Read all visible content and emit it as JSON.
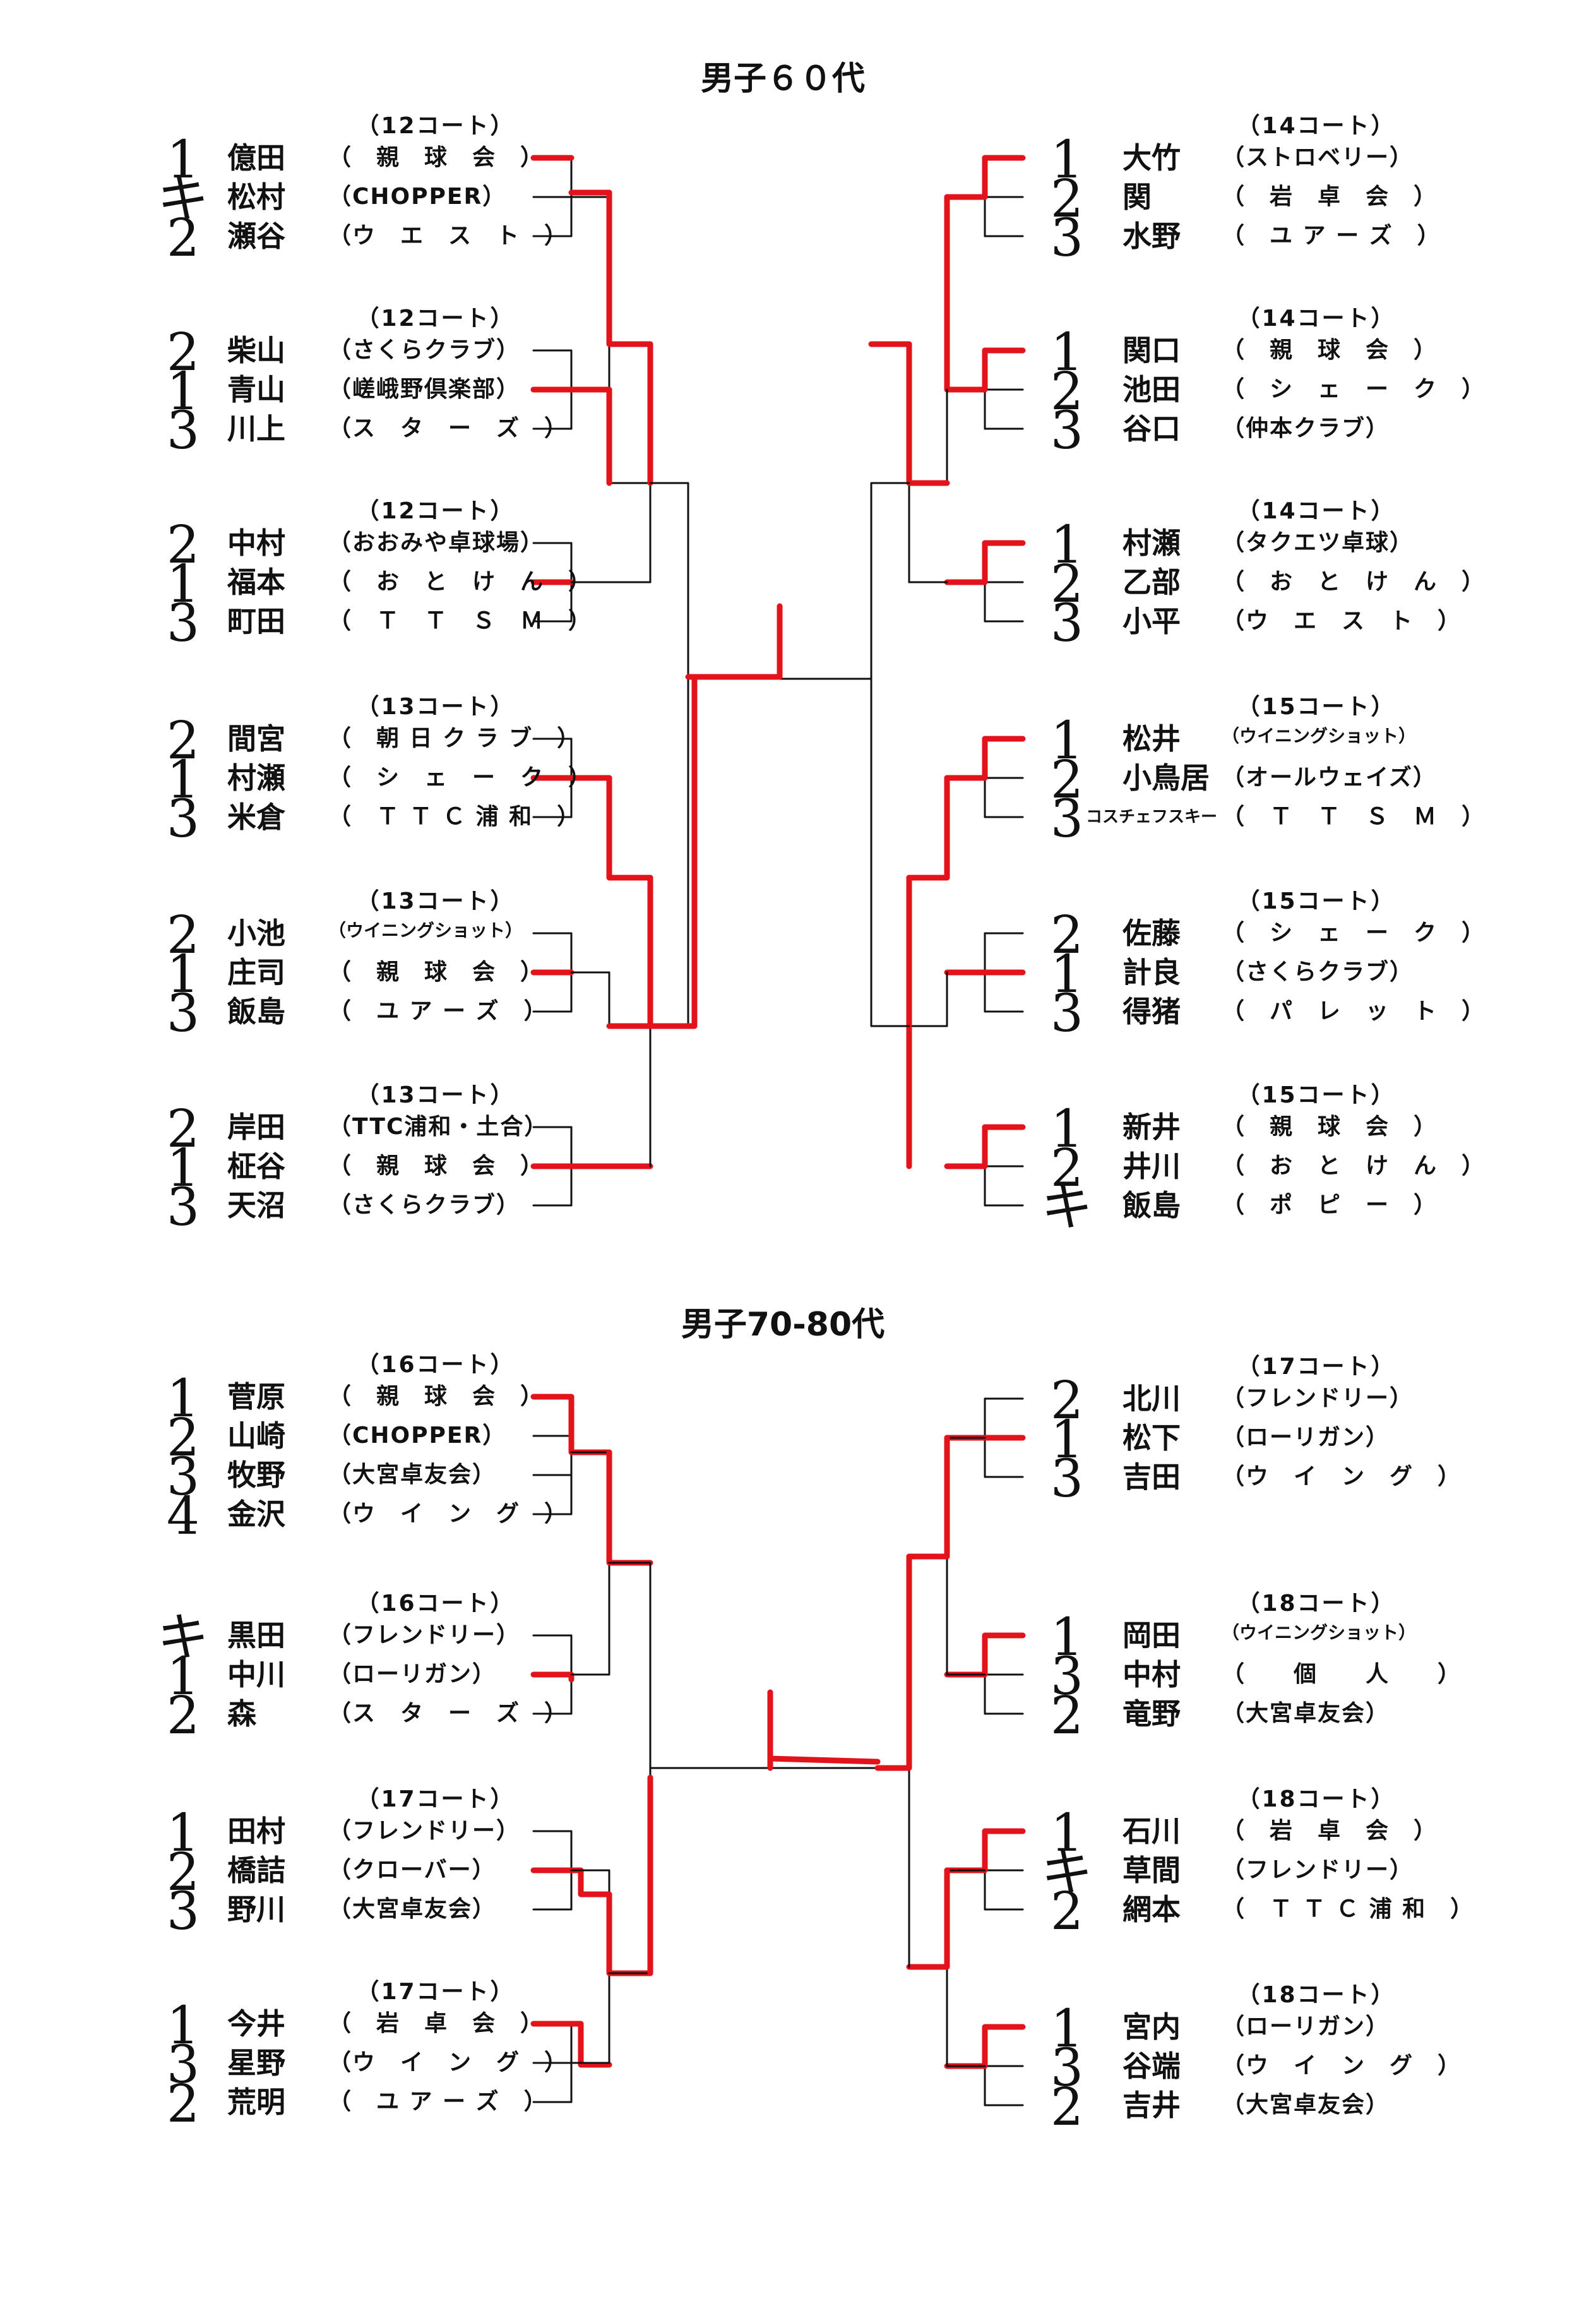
{
  "sections": [
    {
      "title": "男子６０代",
      "left_groups": [
        {
          "court": "（12コート）",
          "players": [
            {
              "name": "億田",
              "club": "（　親　球　会　）",
              "rank": "1"
            },
            {
              "name": "松村",
              "club": "（CHOPPER）",
              "rank": "キ"
            },
            {
              "name": "瀬谷",
              "club": "（ウ　エ　ス　ト　）",
              "rank": "2"
            }
          ]
        },
        {
          "court": "（12コート）",
          "players": [
            {
              "name": "柴山",
              "club": "（さくらクラブ）",
              "rank": "2"
            },
            {
              "name": "青山",
              "club": "（嵯峨野倶楽部）",
              "rank": "1"
            },
            {
              "name": "川上",
              "club": "（ス　タ　ー　ズ　）",
              "rank": "3"
            }
          ]
        },
        {
          "court": "（12コート）",
          "players": [
            {
              "name": "中村",
              "club": "（おおみや卓球場）",
              "rank": "2"
            },
            {
              "name": "福本",
              "club": "（　お　と　け　ん　）",
              "rank": "1"
            },
            {
              "name": "町田",
              "club": "（　Ｔ　Ｔ　Ｓ　Ｍ　）",
              "rank": "3"
            }
          ]
        },
        {
          "court": "（13コート）",
          "players": [
            {
              "name": "間宮",
              "club": "（　朝 日 ク ラ ブ　）",
              "rank": "2"
            },
            {
              "name": "村瀬",
              "club": "（　シ　ェ　ー　ク　）",
              "rank": "1"
            },
            {
              "name": "米倉",
              "club": "（　Ｔ Ｔ Ｃ 浦 和　）",
              "rank": "3"
            }
          ]
        },
        {
          "court": "（13コート）",
          "players": [
            {
              "name": "小池",
              "club": "（ウイニングショット）",
              "rank": "2"
            },
            {
              "name": "庄司",
              "club": "（　親　球　会　）",
              "rank": "1"
            },
            {
              "name": "飯島",
              "club": "（　ユ ア ー ズ　）",
              "rank": "3"
            }
          ]
        },
        {
          "court": "（13コート）",
          "players": [
            {
              "name": "岸田",
              "club": "（TTC浦和・土合）",
              "rank": "2"
            },
            {
              "name": "柾谷",
              "club": "（　親　球　会　）",
              "rank": "1"
            },
            {
              "name": "天沼",
              "club": "（さくらクラブ）",
              "rank": "3"
            }
          ]
        }
      ],
      "right_groups": [
        {
          "court": "（14コート）",
          "players": [
            {
              "name": "大竹",
              "club": "（ストロベリー）",
              "rank": "1"
            },
            {
              "name": "関",
              "club": "（　岩　卓　会　）",
              "rank": "2"
            },
            {
              "name": "水野",
              "club": "（　ユ ア ー ズ　）",
              "rank": "3"
            }
          ]
        },
        {
          "court": "（14コート）",
          "players": [
            {
              "name": "関口",
              "club": "（　親　球　会　）",
              "rank": "1"
            },
            {
              "name": "池田",
              "club": "（　シ　ェ　ー　ク　）",
              "rank": "2"
            },
            {
              "name": "谷口",
              "club": "（仲本クラブ）",
              "rank": "3"
            }
          ]
        },
        {
          "court": "（14コート）",
          "players": [
            {
              "name": "村瀬",
              "club": "（タクエツ卓球）",
              "rank": "1"
            },
            {
              "name": "乙部",
              "club": "（　お　と　け　ん　）",
              "rank": "2"
            },
            {
              "name": "小平",
              "club": "（ウ　エ　ス　ト　）",
              "rank": "3"
            }
          ]
        },
        {
          "court": "（15コート）",
          "players": [
            {
              "name": "松井",
              "club": "（ウイニングショット）",
              "rank": "1"
            },
            {
              "name": "小鳥居",
              "club": "（オールウェイズ）",
              "rank": "2"
            },
            {
              "name": "",
              "club": "（　Ｔ　Ｔ　Ｓ　Ｍ　）",
              "rank": "3",
              "note": "コスチェフスキー"
            }
          ]
        },
        {
          "court": "（15コート）",
          "players": [
            {
              "name": "佐藤",
              "club": "（　シ　ェ　ー　ク　）",
              "rank": "2"
            },
            {
              "name": "計良",
              "club": "（さくらクラブ）",
              "rank": "1"
            },
            {
              "name": "得猪",
              "club": "（　パ　レ　ッ　ト　）",
              "rank": "3"
            }
          ]
        },
        {
          "court": "（15コート）",
          "players": [
            {
              "name": "新井",
              "club": "（　親　球　会　）",
              "rank": "1"
            },
            {
              "name": "井川",
              "club": "（　お　と　け　ん　）",
              "rank": "2"
            },
            {
              "name": "飯島",
              "club": "（　ポ　ピ　ー　）",
              "rank": "キ"
            }
          ]
        }
      ]
    },
    {
      "title": "男子70-80代",
      "left_groups": [
        {
          "court": "（16コート）",
          "players": [
            {
              "name": "菅原",
              "club": "（　親　球　会　）",
              "rank": "1"
            },
            {
              "name": "山崎",
              "club": "（CHOPPER）",
              "rank": "2"
            },
            {
              "name": "牧野",
              "club": "（大宮卓友会）",
              "rank": "3"
            },
            {
              "name": "金沢",
              "club": "（ウ　イ　ン　グ　）",
              "rank": "4"
            }
          ]
        },
        {
          "court": "（16コート）",
          "players": [
            {
              "name": "黒田",
              "club": "（フレンドリー）",
              "rank": "キ"
            },
            {
              "name": "中川",
              "club": "（ローリガン）",
              "rank": "1"
            },
            {
              "name": "森",
              "club": "（ス　タ　ー　ズ　）",
              "rank": "2"
            }
          ]
        },
        {
          "court": "（17コート）",
          "players": [
            {
              "name": "田村",
              "club": "（フレンドリー）",
              "rank": "1"
            },
            {
              "name": "橋詰",
              "club": "（クローバー）",
              "rank": "2"
            },
            {
              "name": "野川",
              "club": "（大宮卓友会）",
              "rank": "3"
            }
          ]
        },
        {
          "court": "（17コート）",
          "players": [
            {
              "name": "今井",
              "club": "（　岩　卓　会　）",
              "rank": "1"
            },
            {
              "name": "星野",
              "club": "（ウ　イ　ン　グ　）",
              "rank": "3"
            },
            {
              "name": "荒明",
              "club": "（　ユ ア ー ズ　）",
              "rank": "2"
            }
          ]
        }
      ],
      "right_groups": [
        {
          "court": "（17コート）",
          "players": [
            {
              "name": "北川",
              "club": "（フレンドリー）",
              "rank": "2"
            },
            {
              "name": "松下",
              "club": "（ローリガン）",
              "rank": "1"
            },
            {
              "name": "吉田",
              "club": "（ウ　イ　ン　グ　）",
              "rank": "3"
            }
          ]
        },
        {
          "court": "（18コート）",
          "players": [
            {
              "name": "岡田",
              "club": "（ウイニングショット）",
              "rank": "1"
            },
            {
              "name": "中村",
              "club": "（　　個　　人　　）",
              "rank": "3"
            },
            {
              "name": "竜野",
              "club": "（大宮卓友会）",
              "rank": "2"
            }
          ]
        },
        {
          "court": "（18コート）",
          "players": [
            {
              "name": "石川",
              "club": "（　岩　卓　会　）",
              "rank": "1"
            },
            {
              "name": "草間",
              "club": "（フレンドリー）",
              "rank": "キ"
            },
            {
              "name": "網本",
              "club": "（　Ｔ Ｔ Ｃ 浦 和　）",
              "rank": "2"
            }
          ]
        },
        {
          "court": "（18コート）",
          "players": [
            {
              "name": "宮内",
              "club": "（ローリガン）",
              "rank": "1"
            },
            {
              "name": "谷端",
              "club": "（ウ　イ　ン　グ　）",
              "rank": "3"
            },
            {
              "name": "吉井",
              "club": "（大宮卓友会）",
              "rank": "2"
            }
          ]
        }
      ]
    }
  ],
  "colors": {
    "line": "#111111",
    "winner": "#e3131b"
  }
}
